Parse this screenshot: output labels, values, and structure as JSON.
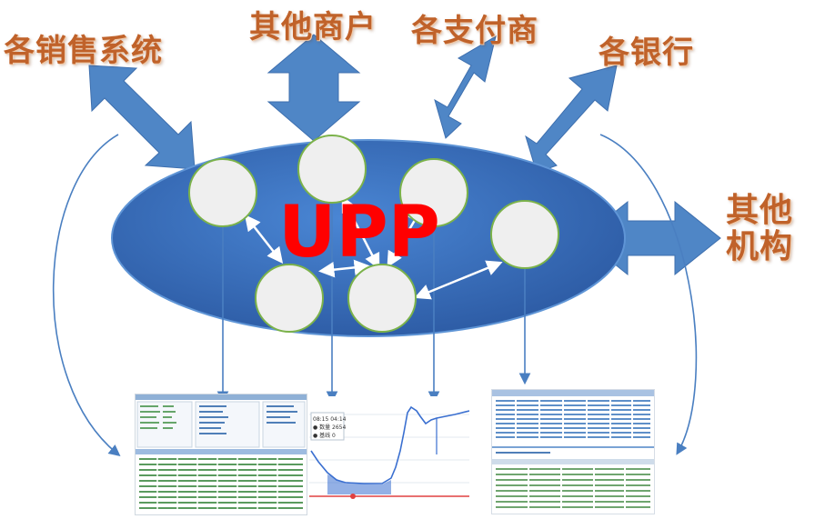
{
  "labels": {
    "sales_systems": "各销售系统",
    "other_merchants": "其他商户",
    "payment_providers": "各支付商",
    "banks": "各银行",
    "other_institutions_line1": "其他",
    "other_institutions_line2": "机构"
  },
  "center": {
    "title": "UPP"
  },
  "colors": {
    "label": "#c0622a",
    "arrow_fill": "#4f86c6",
    "ellipse_fill": "#3a6fbd",
    "center_title": "#ff0000",
    "connector": "#4a7fc1"
  },
  "monitor_screens": {
    "left_table": {},
    "middle_chart": {
      "tooltip_time": "08:15 04:14",
      "tooltip_line1": "● 数量 2654",
      "tooltip_line2": "● 基线 0"
    },
    "right_table": {}
  }
}
